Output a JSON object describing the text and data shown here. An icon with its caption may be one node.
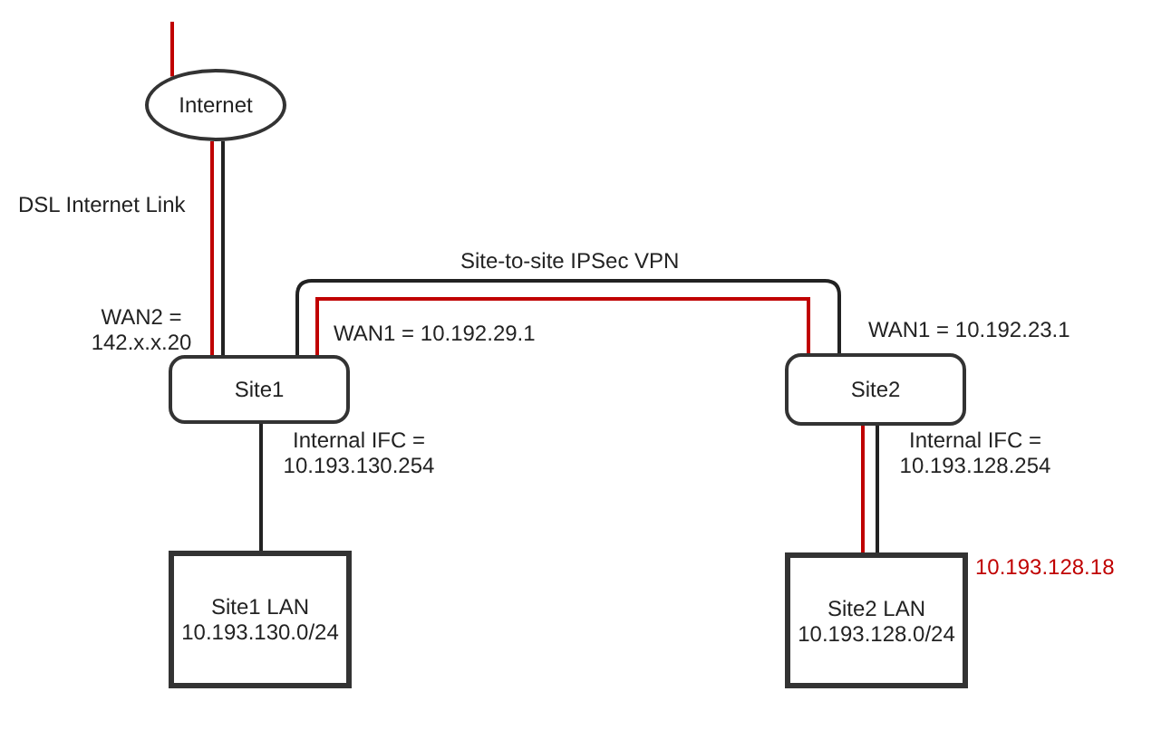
{
  "diagram": {
    "nodes": [
      {
        "text": [
          "Internet"
        ]
      },
      {
        "text": [
          "Site1"
        ]
      },
      {
        "text": [
          "Site2"
        ]
      },
      {
        "text": [
          "Site1 LAN",
          "10.193.130.0/24"
        ]
      },
      {
        "text": [
          "Site2 LAN",
          "10.193.128.0/24"
        ]
      }
    ],
    "edges": [
      {
        "from": 0,
        "to": 1,
        "arrow": "none"
      },
      {
        "from": 1,
        "to": 2,
        "arrow": "none",
        "label": "Site-to-site IPSec VPN"
      },
      {
        "from": 1,
        "to": 3,
        "arrow": "none"
      },
      {
        "from": 2,
        "to": 4,
        "arrow": "none"
      },
      {
        "from": null,
        "to": 0,
        "arrow": "none",
        "color": "#c00000"
      },
      {
        "from": 0,
        "to": 1,
        "arrow": "none",
        "color": "#c00000"
      },
      {
        "from": 1,
        "to": 2,
        "arrow": "none",
        "color": "#c00000"
      },
      {
        "from": 2,
        "to": 4,
        "arrow": "none",
        "color": "#c00000"
      }
    ],
    "labels": [
      "DSL Internet Link",
      "WAN2 = 142.x.x.20",
      "WAN1 = 10.192.29.1",
      "WAN1 = 10.192.23.1",
      "Internal IFC = 10.193.130.254",
      "Internal IFC = 10.193.128.254",
      "10.193.128.18"
    ]
  }
}
